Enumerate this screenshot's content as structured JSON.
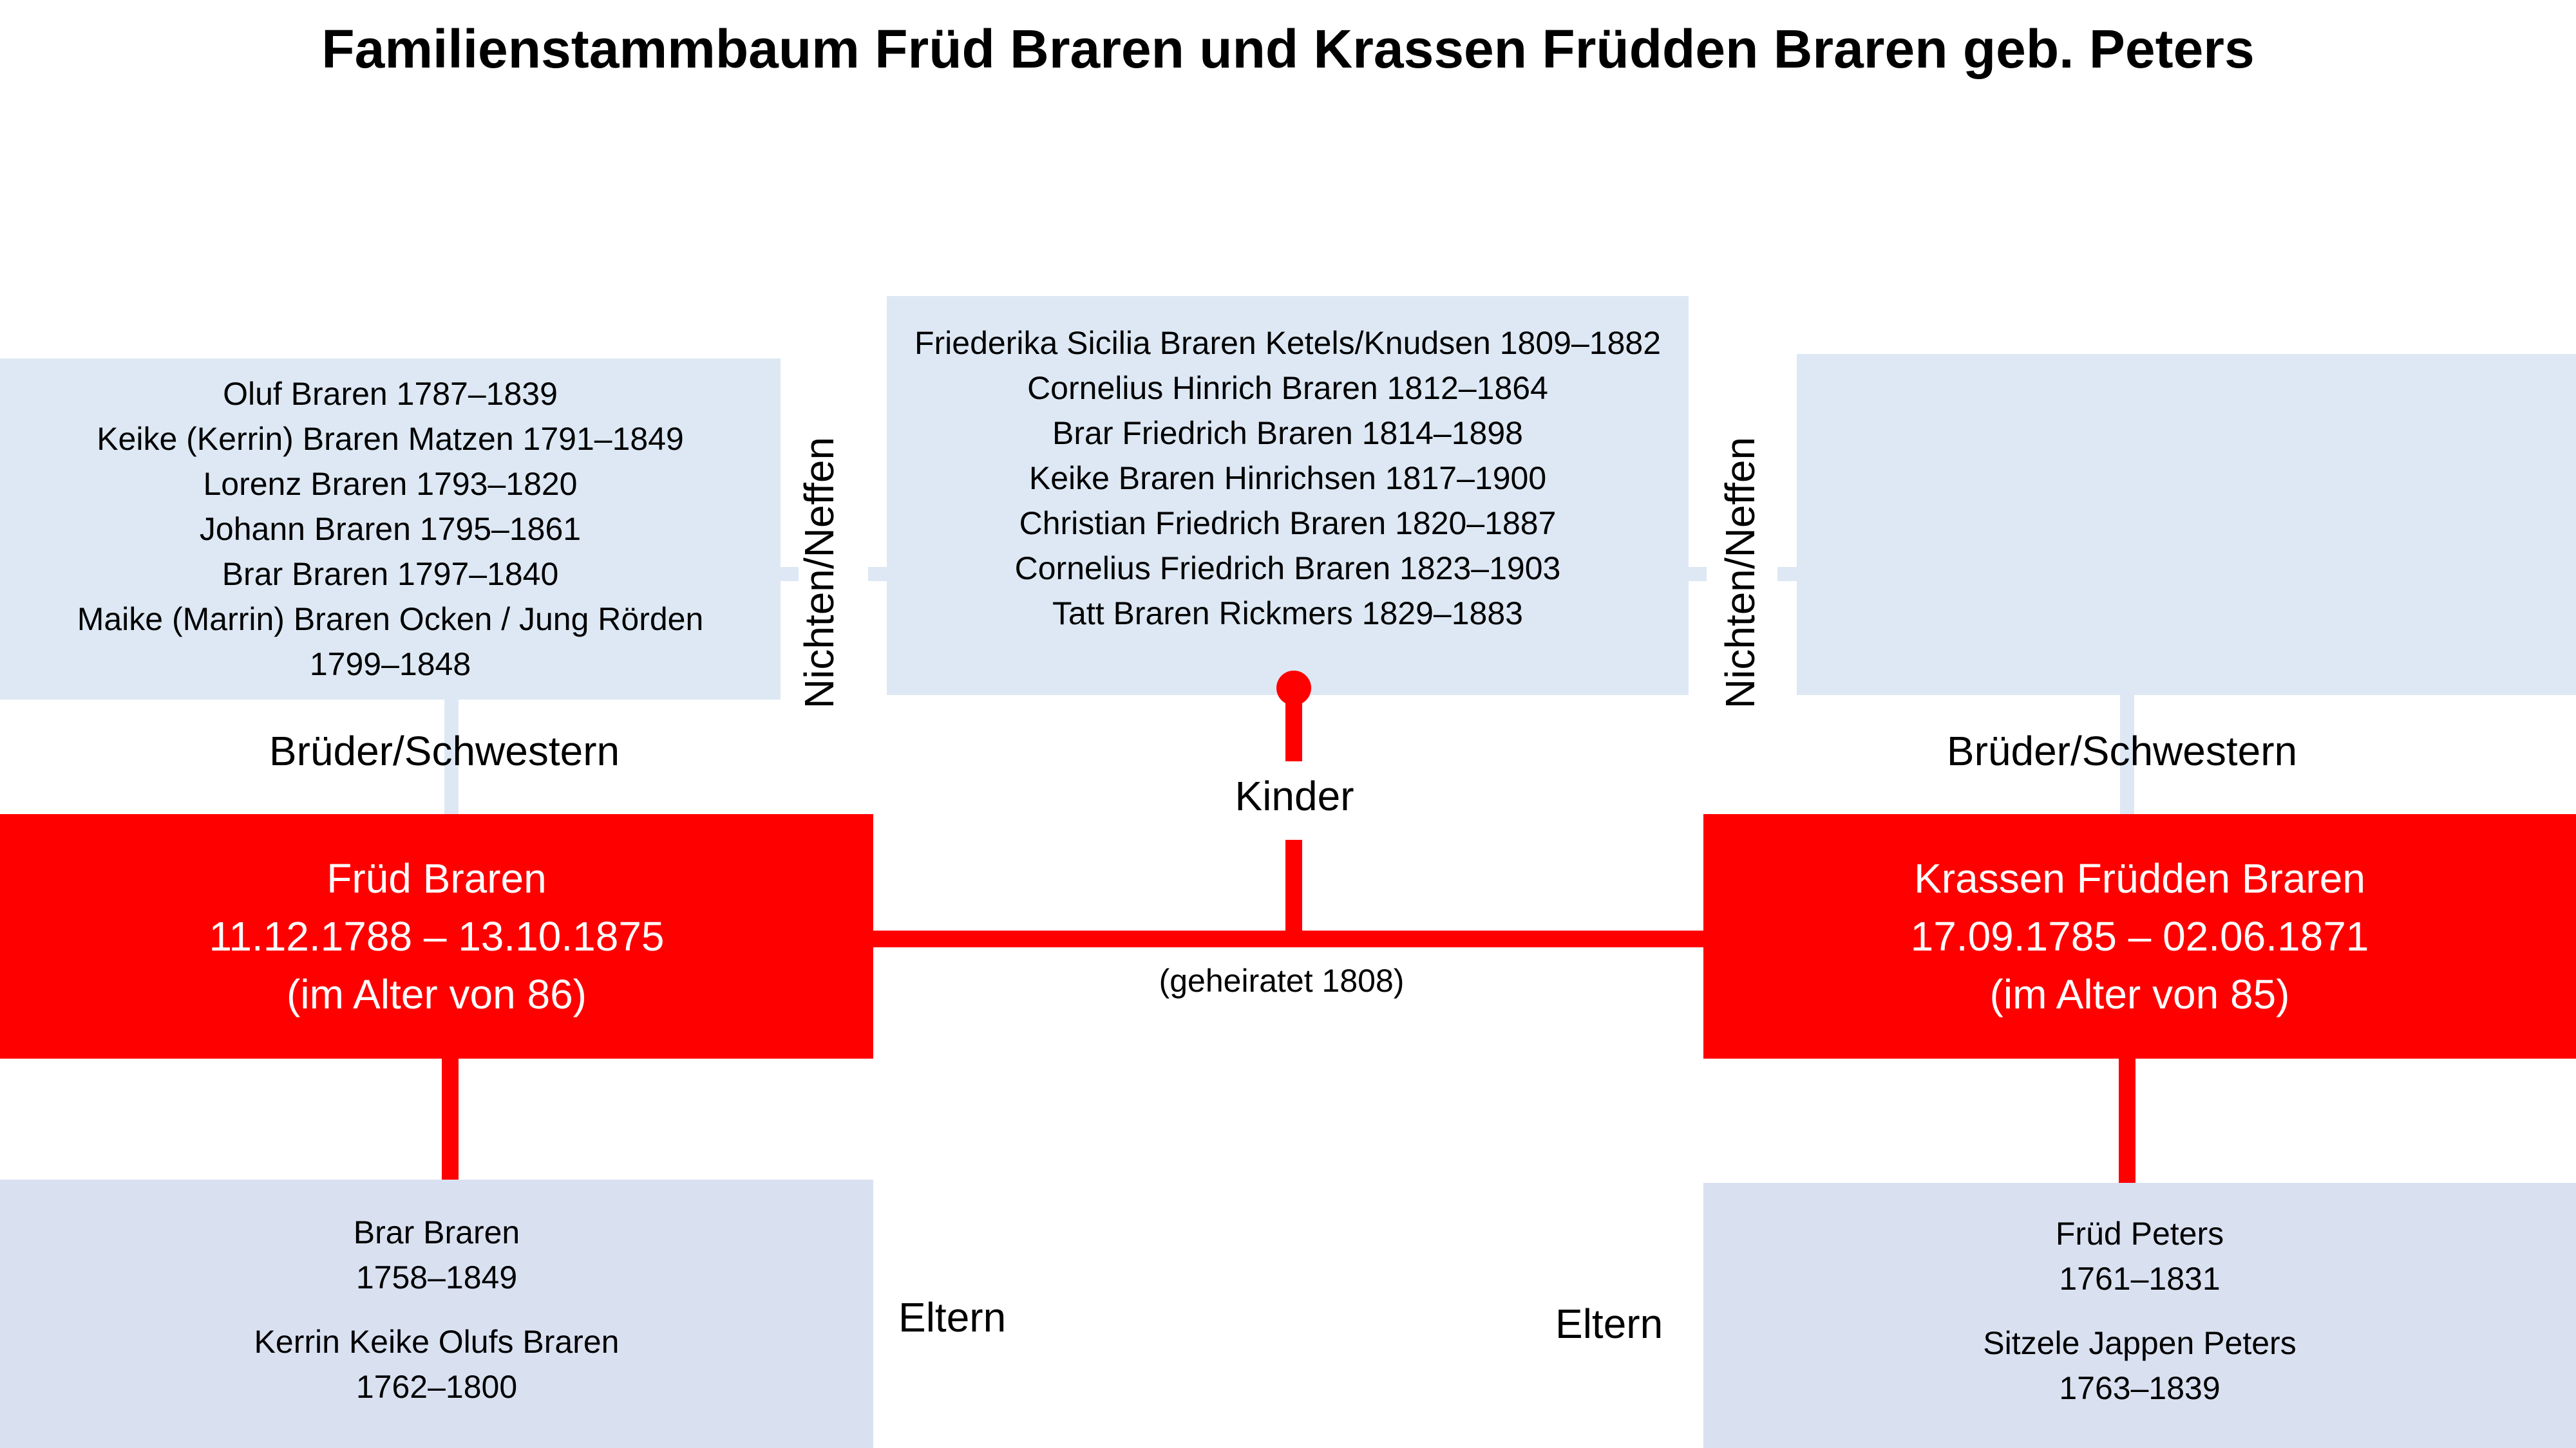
{
  "title": "Familienstammbaum Früd Braren und Krassen Früdden Braren geb. Peters",
  "siblings_left": [
    "Oluf Braren 1787–1839",
    "Keike (Kerrin) Braren Matzen 1791–1849",
    "Lorenz Braren 1793–1820",
    "Johann Braren 1795–1861",
    "Brar Braren 1797–1840",
    "Maike (Marrin) Braren Ocken / Jung Rörden",
    "1799–1848"
  ],
  "children": [
    "Friederika Sicilia Braren Ketels/Knudsen 1809–1882",
    "Cornelius Hinrich Braren 1812–1864",
    "Brar Friedrich Braren 1814–1898",
    "Keike Braren Hinrichsen 1817–1900",
    "Christian Friedrich Braren 1820–1887",
    "Cornelius Friedrich Braren 1823–1903",
    "Tatt Braren Rickmers 1829–1883"
  ],
  "labels": {
    "nieces_nephews": "Nichten/Neffen",
    "siblings": "Brüder/Schwestern",
    "children": "Kinder",
    "married": "(geheiratet 1808)",
    "parents": "Eltern"
  },
  "person_left": {
    "name": "Früd Braren",
    "dates": "11.12.1788 – 13.10.1875",
    "age": "(im Alter von 86)"
  },
  "person_right": {
    "name": "Krassen Früdden Braren",
    "dates": "17.09.1785 – 02.06.1871",
    "age": "(im Alter von 85)"
  },
  "parents_left": [
    {
      "name": "Brar Braren",
      "years": "1758–1849"
    },
    {
      "name": "Kerrin Keike Olufs Braren",
      "years": "1762–1800"
    }
  ],
  "parents_right": [
    {
      "name": "Früd Peters",
      "years": "1761–1831"
    },
    {
      "name": "Sitzele Jappen Peters",
      "years": "1763–1839"
    }
  ],
  "colors": {
    "red": "#ff0000",
    "light_box": "#dde8f4",
    "parent_box": "#d9e1f1"
  }
}
